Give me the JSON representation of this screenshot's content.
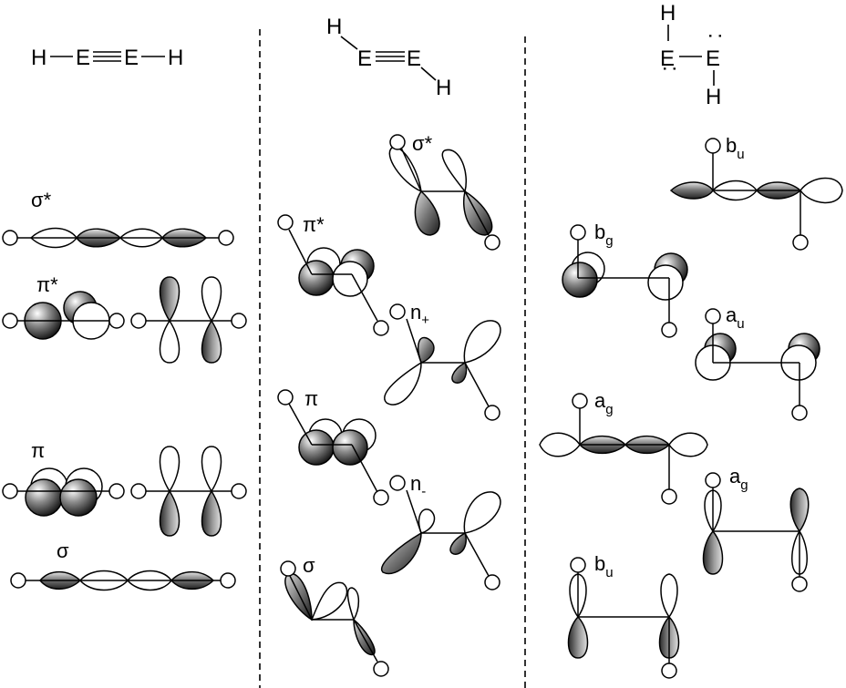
{
  "columns": [
    {
      "structure": {
        "atoms": [
          "H",
          "E",
          "E",
          "H"
        ]
      },
      "orbitals": [
        "σ*",
        "π*",
        "π",
        "σ"
      ]
    },
    {
      "structure": {
        "atoms": [
          "H",
          "E",
          "E",
          "H"
        ]
      },
      "orbitals": [
        {
          "main": "σ*",
          "sub": ""
        },
        {
          "main": "π*",
          "sub": ""
        },
        {
          "main": "n",
          "sub": "+"
        },
        {
          "main": "π",
          "sub": ""
        },
        {
          "main": "n",
          "sub": "-"
        },
        {
          "main": "σ",
          "sub": ""
        }
      ]
    },
    {
      "structure": {
        "atoms": [
          "H",
          "E",
          "E",
          "H"
        ],
        "lone_pair": ":"
      },
      "orbitals": [
        {
          "main": "b",
          "sub": "u"
        },
        {
          "main": "b",
          "sub": "g"
        },
        {
          "main": "a",
          "sub": "u"
        },
        {
          "main": "a",
          "sub": "g"
        },
        {
          "main": "a",
          "sub": "g"
        },
        {
          "main": "b",
          "sub": "u"
        }
      ]
    }
  ]
}
